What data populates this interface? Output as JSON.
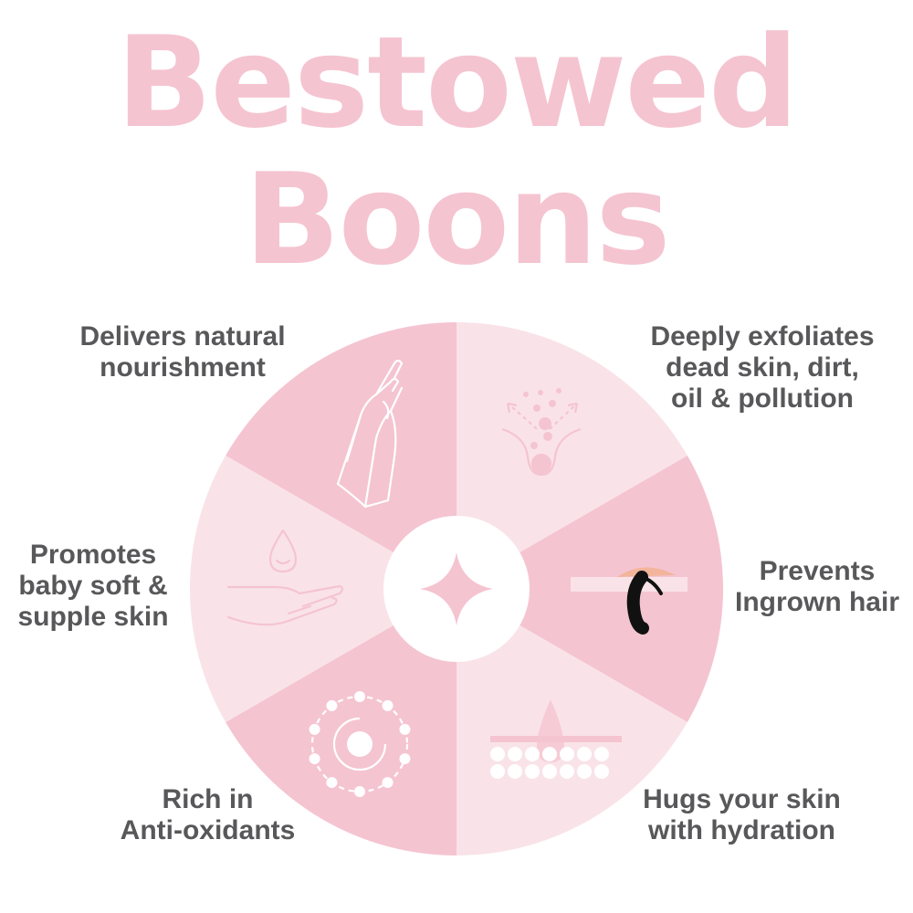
{
  "title": {
    "line1": "Bestowed",
    "line2": "Boons"
  },
  "colors": {
    "title": "#f5c4d1",
    "segment_dark": "#f5c4d1",
    "segment_light": "#f9e3e8",
    "center": "#ffffff",
    "label_text": "#58585a",
    "accent_peach": "#f2b49b",
    "hair": "#111111"
  },
  "benefits": [
    {
      "id": "nourishment",
      "icon": "hands-icon",
      "lines": [
        "Delivers natural",
        "nourishment"
      ]
    },
    {
      "id": "exfoliates",
      "icon": "pore-exfoliation-icon",
      "lines": [
        "Deeply exfoliates",
        "dead skin, dirt,",
        "oil & pollution"
      ]
    },
    {
      "id": "ingrown",
      "icon": "ingrown-hair-icon",
      "lines": [
        "Prevents",
        "Ingrown hair"
      ]
    },
    {
      "id": "hydration",
      "icon": "hydration-skin-icon",
      "lines": [
        "Hugs your skin",
        "with hydration"
      ]
    },
    {
      "id": "antioxidants",
      "icon": "antioxidant-molecule-icon",
      "lines": [
        "Rich in",
        "Anti-oxidants"
      ]
    },
    {
      "id": "soft-skin",
      "icon": "drop-on-hand-icon",
      "lines": [
        "Promotes",
        "baby soft &",
        "supple skin"
      ]
    }
  ],
  "center_icon": "sparkle-icon"
}
